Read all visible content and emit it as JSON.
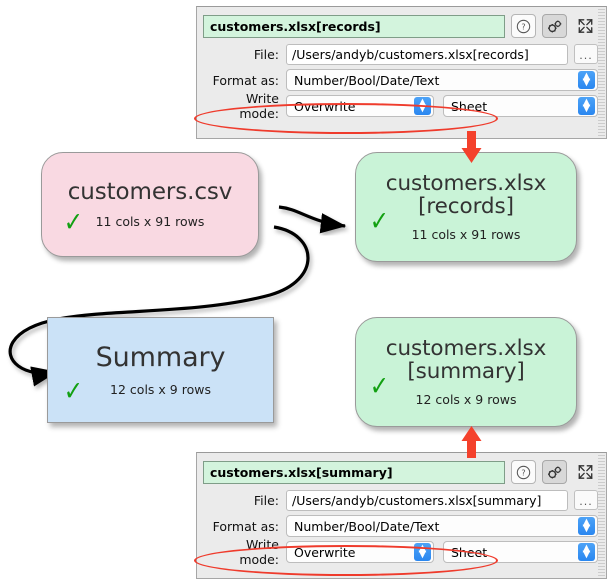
{
  "diagram": {
    "nodes": [
      {
        "id": "customers-csv",
        "title": "customers.csv",
        "title_line2": "",
        "sub": "11 cols x 91 rows",
        "status_icon": "check-icon",
        "color": "#f9d9e2",
        "shape": "rounded-rect"
      },
      {
        "id": "customers-xlsx-records",
        "title": "customers.xlsx",
        "title_line2": "[records]",
        "sub": "11 cols x 91 rows",
        "status_icon": "check-icon",
        "color": "#c9f3d7",
        "shape": "rounded-rect"
      },
      {
        "id": "summary",
        "title": "Summary",
        "title_line2": "",
        "sub": "12 cols x 9 rows",
        "status_icon": "check-icon",
        "color": "#cbe2f7",
        "shape": "rect"
      },
      {
        "id": "customers-xlsx-summary",
        "title": "customers.xlsx",
        "title_line2": "[summary]",
        "sub": "12 cols x 9 rows",
        "status_icon": "check-icon",
        "color": "#c9f3d7",
        "shape": "rounded-rect"
      }
    ],
    "edges": [
      {
        "from": "customers-csv",
        "to": "customers-xlsx-records",
        "style": "curved-arrow"
      },
      {
        "from": "customers-csv",
        "to": "summary",
        "style": "looping-arrow"
      },
      {
        "from": "summary",
        "to": "customers-xlsx-summary",
        "style": "straight-arrow"
      }
    ],
    "annotations": {
      "highlight_color": "#ef3b2c",
      "pointer_top_icon": "red-down-arrow",
      "pointer_bottom_icon": "red-up-arrow"
    }
  },
  "panel_top": {
    "title": "customers.xlsx[records]",
    "help_icon": "help-circle-icon",
    "settings_icon": "cogs-icon",
    "expand_icon": "expand-arrows-icon",
    "file_label": "File:",
    "file_value": "/Users/andyb/customers.xlsx[records]",
    "browse_label": "...",
    "format_label": "Format as:",
    "format_value": "Number/Bool/Date/Text",
    "write_mode_label": "Write mode:",
    "write_mode_value": "Overwrite",
    "sheet_value": "Sheet"
  },
  "panel_bottom": {
    "title": "customers.xlsx[summary]",
    "help_icon": "help-circle-icon",
    "settings_icon": "cogs-icon",
    "expand_icon": "expand-arrows-icon",
    "file_label": "File:",
    "file_value": "/Users/andyb/customers.xlsx[summary]",
    "browse_label": "...",
    "format_label": "Format as:",
    "format_value": "Number/Bool/Date/Text",
    "write_mode_label": "Write mode:",
    "write_mode_value": "Overwrite",
    "sheet_value": "Sheet"
  }
}
